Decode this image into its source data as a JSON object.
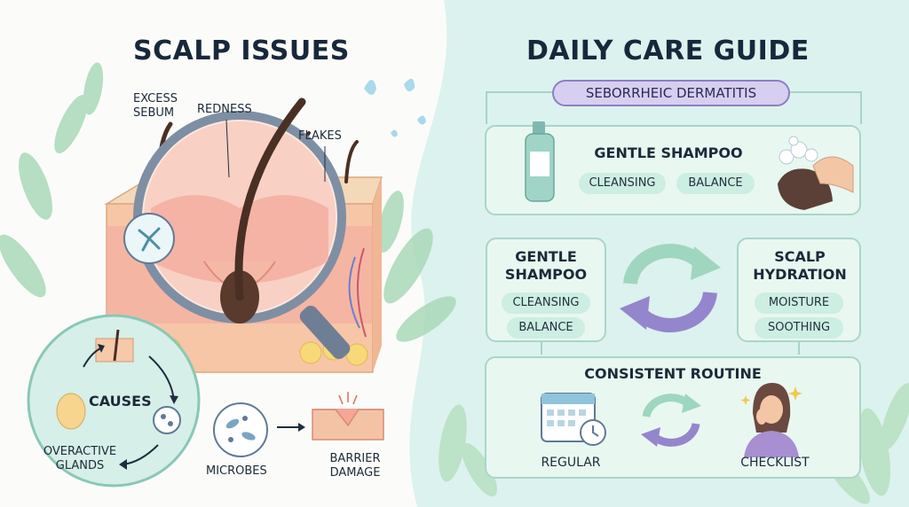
{
  "left": {
    "title": "SCALP ISSUES",
    "labels": {
      "excess_sebum": "EXCESS SEBUM",
      "redness": "REDNESS",
      "flakes": "FLAKES",
      "causes": "CAUSES",
      "overactive_glands": "OVERACTIVE GLANDS",
      "microbes": "MICROBES",
      "barrier_damage": "BARRIER DAMAGE"
    }
  },
  "right": {
    "title": "DAILY CARE GUIDE",
    "banner": "SEBORRHEIC DERMATITIS",
    "top_card": {
      "title": "GENTLE SHAMPOO",
      "tags": [
        "CLEANSING",
        "BALANCE"
      ]
    },
    "left_card": {
      "title": "GENTLE SHAMPOO",
      "tags": [
        "CLEANSING",
        "BALANCE"
      ]
    },
    "right_card": {
      "title": "SCALP HYDRATION",
      "tags": [
        "MOISTURE",
        "SOOTHING"
      ]
    },
    "bottom_card": {
      "title": "CONSISTENT ROUTINE",
      "items": [
        "REGULAR",
        "CHECKLIST"
      ]
    }
  },
  "colors": {
    "accent_purple": "#8c7fc4",
    "accent_teal": "#8fd1bd",
    "card_bg": "#e9f7f1",
    "skin": "#f6c9a6"
  }
}
